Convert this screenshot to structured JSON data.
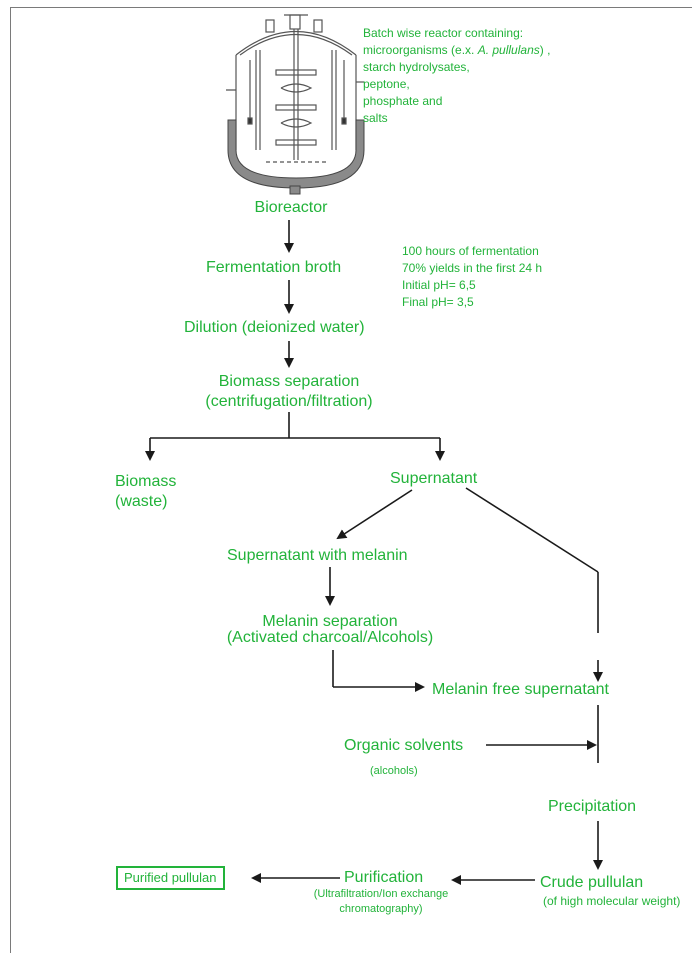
{
  "colors": {
    "text": "#22b33a",
    "lines": "#1a1a1a",
    "frame": "#7a7a7a"
  },
  "reactor_note": {
    "line1": "Batch wise reactor containing:",
    "line2_prefix": "microorganisms (e.x. ",
    "line2_italic": "A. pullulans",
    "line2_suffix": ") ,",
    "line3": "starch hydrolysates,",
    "line4": "peptone,",
    "line5": "phosphate and",
    "line6": "salts"
  },
  "fermentation_note": {
    "line1": "100 hours of fermentation",
    "line2": "70% yields in the first 24 h",
    "line3": "Initial pH= 6,5",
    "line4": "Final pH= 3,5"
  },
  "nodes": {
    "bioreactor": "Bioreactor",
    "fermentation_broth": "Fermentation broth",
    "dilution": "Dilution (deionized water)",
    "biomass_sep_1": "Biomass separation",
    "biomass_sep_2": "(centrifugation/filtration)",
    "biomass_1": "Biomass",
    "biomass_2": "(waste)",
    "supernatant": "Supernatant",
    "supernatant_melanin": "Supernatant with melanin",
    "melanin_sep_1": "Melanin separation",
    "melanin_sep_2": "(Activated charcoal/Alcohols)",
    "melanin_free": "Melanin free supernatant",
    "organic_solvents": "Organic solvents",
    "alcohols": "(alcohols)",
    "precipitation": "Precipitation",
    "crude_pullulan": "Crude pullulan",
    "crude_note": "(of high molecular weight)",
    "purification": "Purification",
    "purification_note_1": "(Ultrafiltration/Ion exchange",
    "purification_note_2": "chromatography)",
    "purified_pullulan": "Purified pullulan"
  }
}
